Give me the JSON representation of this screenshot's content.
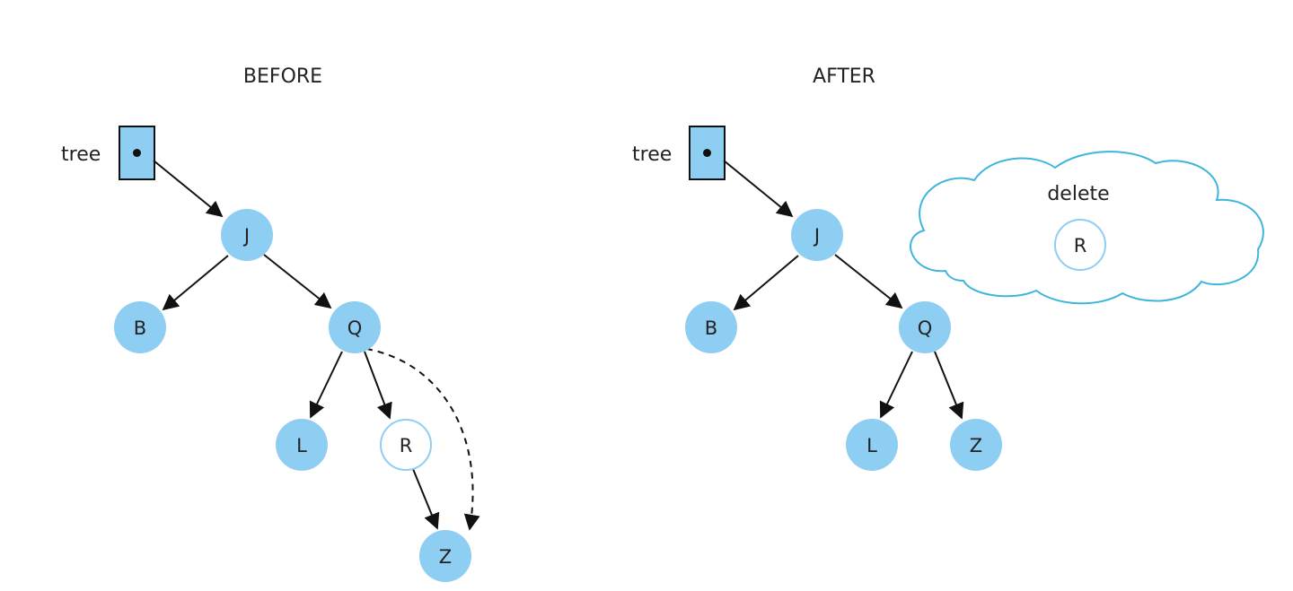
{
  "before": {
    "title": "BEFORE",
    "pointer_label": "tree",
    "nodes": {
      "j": "J",
      "b": "B",
      "q": "Q",
      "l": "L",
      "r": "R",
      "z": "Z"
    }
  },
  "after": {
    "title": "AFTER",
    "pointer_label": "tree",
    "nodes": {
      "j": "J",
      "b": "B",
      "q": "Q",
      "l": "L",
      "z": "Z"
    },
    "cloud": {
      "label": "delete",
      "node": "R"
    }
  },
  "colors": {
    "node_fill": "#8fcef3",
    "node_outline": "#8fcef3",
    "deleted_node_stroke": "#8fcef3",
    "pointer_fill": "#8fcef3",
    "cloud_stroke": "#3fb5dc",
    "edge": "#111111"
  }
}
